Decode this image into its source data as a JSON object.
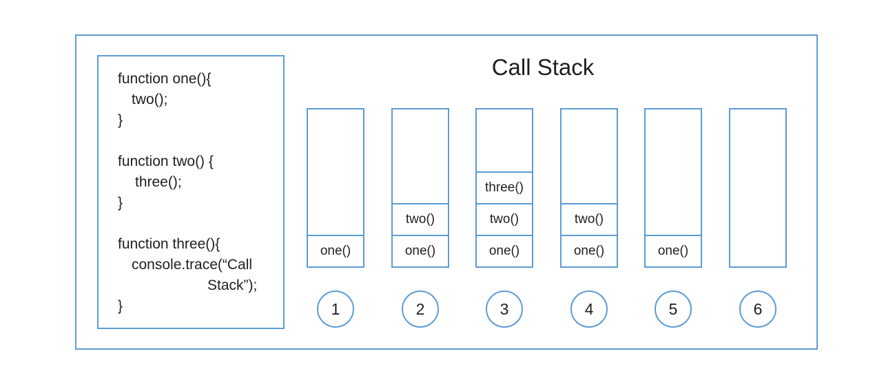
{
  "diagram": {
    "title": "Call Stack",
    "code_lines": [
      "function one(){",
      "two();",
      "}",
      "function two() {",
      "three();",
      "}",
      "function three(){",
      "console.trace(“Call",
      "Stack”);",
      "}"
    ],
    "stacks": [
      {
        "step": "1",
        "frames": [
          "one()"
        ]
      },
      {
        "step": "2",
        "frames": [
          "one()",
          "two()"
        ]
      },
      {
        "step": "3",
        "frames": [
          "one()",
          "two()",
          "three()"
        ]
      },
      {
        "step": "4",
        "frames": [
          "one()",
          "two()"
        ]
      },
      {
        "step": "5",
        "frames": [
          "one()"
        ]
      },
      {
        "step": "6",
        "frames": []
      }
    ],
    "colors": {
      "border": "#5b9bd5",
      "text": "#1f1f1f",
      "background": "#ffffff"
    }
  }
}
